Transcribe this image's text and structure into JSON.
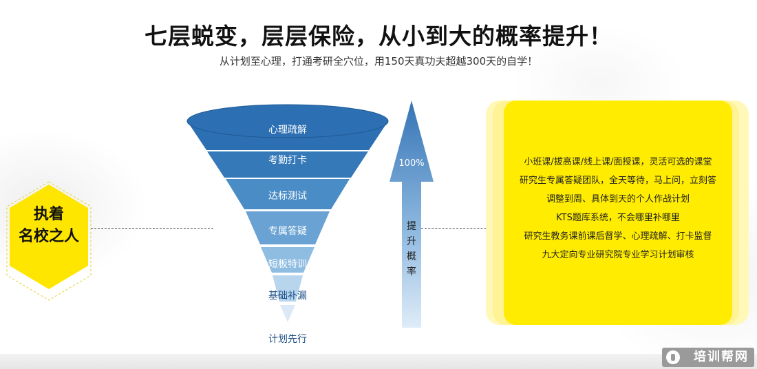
{
  "header": {
    "title": "七层蜕变，层层保险，从小到大的概率提升！",
    "subtitle": "从计划至心理，打通考研全穴位，用150天真功夫超越300天的自学！"
  },
  "badge": {
    "line1": "执着",
    "line2": "名校之人",
    "color": "#ffe600"
  },
  "funnel": {
    "layers": [
      "心理疏解",
      "考勤打卡",
      "达标测试",
      "专属答疑",
      "短板特训",
      "基础补漏",
      "计划先行"
    ],
    "colors": [
      "#2c6fb2",
      "#3579b9",
      "#4a8cc6",
      "#6aa3d3",
      "#8fbde2",
      "#b8d5ee",
      "#dbe9f6"
    ]
  },
  "arrow": {
    "percent": "100%",
    "label_chars": [
      "提",
      "升",
      "概",
      "率"
    ]
  },
  "card": {
    "color": "#ffec00",
    "lines": [
      "小班课/拔高课/线上课/面授课，灵活可选的课堂",
      "研究生专属答疑团队，全天等待，马上问，立刻答",
      "调整到周、具体到天的个人作战计划",
      "KTS题库系统，不会哪里补哪里",
      "研究生教务课前课后督学、心理疏解、打卡监督",
      "九大定向专业研究院专业学习计划审核"
    ]
  },
  "watermark": {
    "text": "培训帮网",
    "icon": "brand-logo-icon"
  }
}
